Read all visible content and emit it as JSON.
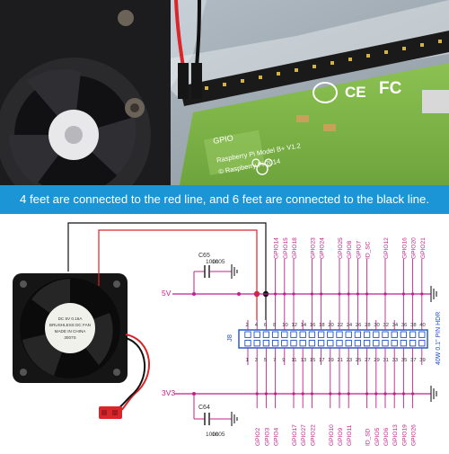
{
  "banner": "4 feet are connected to the red line, and 6 feet are connected to the black line.",
  "colors": {
    "banner_bg": "#1b95d6",
    "wire_red": "#d9262b",
    "wire_black": "#111111",
    "schematic_magenta": "#c0208a",
    "pcb_green": "#7fb648",
    "header_blue": "#2050c8"
  },
  "photo": {
    "board_text_model": "Raspberry Pi Model B+ V1.2",
    "board_text_copyright": "© Raspberry Pi 2014",
    "board_gpio_label": "GPIO"
  },
  "fan": {
    "label_lines": [
      "DC 5V 0.16A",
      "BRUSHLESS DC FAN",
      "MADE IN CHINA",
      "3007S"
    ],
    "connector_color": "#d9262b"
  },
  "schematic": {
    "rail_5v": "5V",
    "rail_3v3": "3V3",
    "cap_top_name": "C65",
    "cap_top_value": "100n",
    "cap_top_package": "1005",
    "cap_bottom_name": "C64",
    "cap_bottom_value": "100n",
    "cap_bottom_package": "1005",
    "header_ref": "J8",
    "header_desc": "40W 0.1\" PIN HDR",
    "pin_numbers_top": [
      "2",
      "4",
      "6",
      "8",
      "10",
      "12",
      "14",
      "16",
      "18",
      "20",
      "22",
      "24",
      "26",
      "28",
      "30",
      "32",
      "34",
      "36",
      "38",
      "40"
    ],
    "pin_numbers_bottom": [
      "1",
      "3",
      "5",
      "7",
      "9",
      "11",
      "13",
      "15",
      "17",
      "19",
      "21",
      "23",
      "25",
      "27",
      "29",
      "31",
      "33",
      "35",
      "37",
      "39"
    ],
    "labels_top": [
      "",
      "",
      "",
      "GPIO14",
      "GPIO15",
      "GPIO18",
      "",
      "GPIO23",
      "GPIO24",
      "",
      "GPIO25",
      "GPIO8",
      "GPIO7",
      "ID_SC",
      "",
      "GPIO12",
      "",
      "GPIO16",
      "GPIO20",
      "GPIO21"
    ],
    "labels_bottom": [
      "",
      "GPIO2",
      "GPIO3",
      "GPIO4",
      "",
      "GPIO17",
      "GPIO27",
      "GPIO22",
      "",
      "GPIO10",
      "GPIO9",
      "GPIO11",
      "",
      "ID_SD",
      "GPIO5",
      "GPIO6",
      "GPIO13",
      "GPIO19",
      "GPIO26",
      ""
    ]
  }
}
